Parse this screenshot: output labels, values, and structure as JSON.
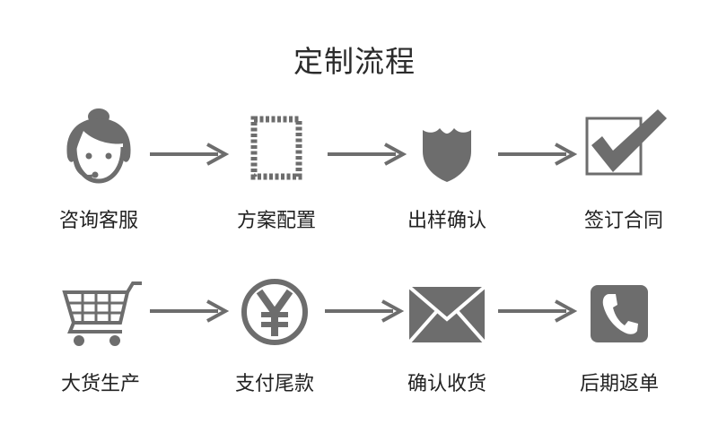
{
  "title": "定制流程",
  "colors": {
    "icon": "#6d6d6d",
    "text": "#222222"
  },
  "steps": [
    {
      "label": "咨询客服",
      "icon": "customer-service-icon"
    },
    {
      "label": "方案配置",
      "icon": "stamp-frame-icon"
    },
    {
      "label": "出样确认",
      "icon": "shield-icon"
    },
    {
      "label": "签订合同",
      "icon": "checkbox-checked-icon"
    },
    {
      "label": "大货生产",
      "icon": "shopping-cart-icon"
    },
    {
      "label": "支付尾款",
      "icon": "yen-icon"
    },
    {
      "label": "确认收货",
      "icon": "envelope-icon"
    },
    {
      "label": "后期返单",
      "icon": "phone-icon"
    }
  ]
}
